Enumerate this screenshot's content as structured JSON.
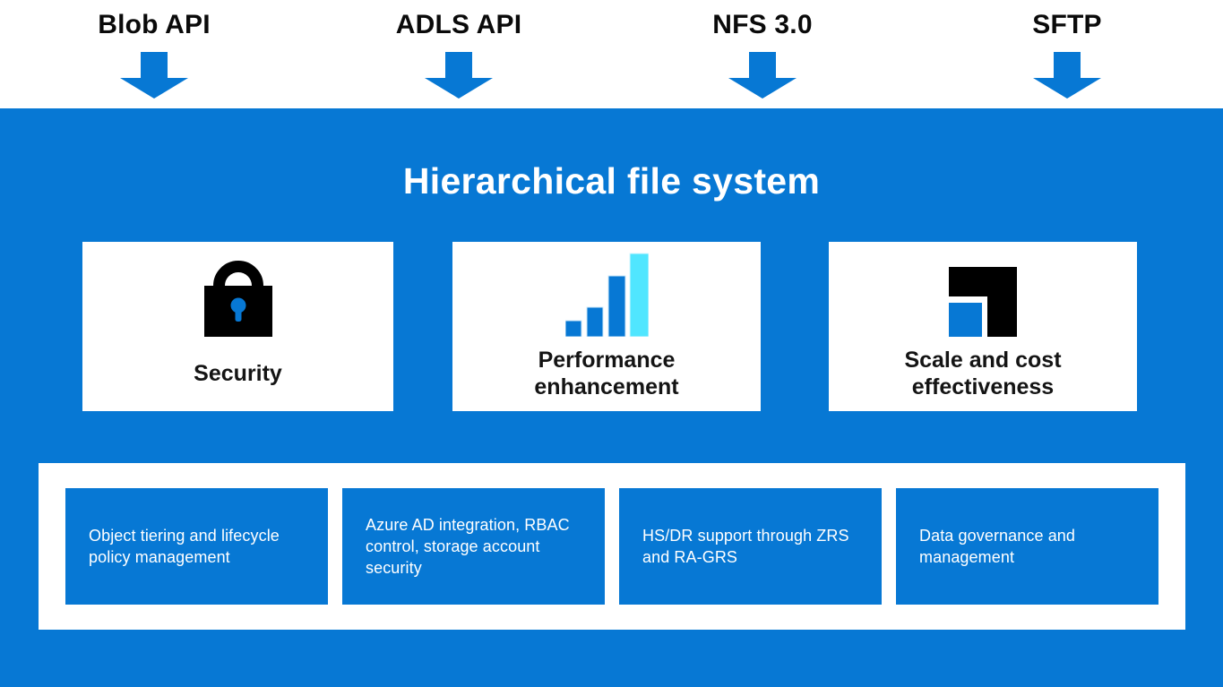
{
  "title": "Hierarchical file system",
  "apis": [
    "Blob API",
    "ADLS API",
    "NFS 3.0",
    "SFTP"
  ],
  "cards": [
    {
      "label": "Security",
      "icon": "lock-icon"
    },
    {
      "label": "Performance enhancement",
      "icon": "bar-chart-icon"
    },
    {
      "label": "Scale and cost effectiveness",
      "icon": "grow-squares-icon"
    }
  ],
  "features": [
    "Object tiering and lifecycle policy management",
    "Azure AD integration, RBAC control, storage account security",
    "HS/DR support through ZRS and RA-GRS",
    "Data governance and management"
  ],
  "colors": {
    "azure_blue": "#0778D4",
    "accent_cyan": "#50E6FF",
    "icon_black": "#000000",
    "card_bg": "#FFFFFF",
    "top_text": "#0A0A0A"
  }
}
